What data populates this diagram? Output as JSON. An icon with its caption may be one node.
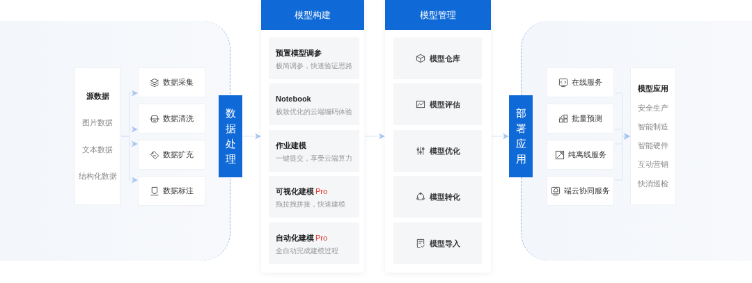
{
  "diagram": {
    "nodes": [
      {
        "text": [
          "源数据",
          "图片数据",
          "文本数据",
          "结构化数据"
        ]
      },
      {
        "text": [
          "数据采集"
        ]
      },
      {
        "text": [
          "数据清洗"
        ]
      },
      {
        "text": [
          "数据扩充"
        ]
      },
      {
        "text": [
          "数据标注"
        ]
      },
      {
        "text": [
          "数据处理"
        ]
      },
      {
        "text": [
          "模型构建"
        ]
      },
      {
        "text": [
          "预置模型调参",
          "极简调参，快速验证思路"
        ],
        "in": 6
      },
      {
        "text": [
          "Notebook",
          "极致优化的云端编码体验"
        ],
        "in": 6
      },
      {
        "text": [
          "作业建模",
          "一键提交，享受云端算力"
        ],
        "in": 6
      },
      {
        "text": [
          "可视化建模",
          "Pro",
          "拖拉拽拼接，快速建模"
        ],
        "in": 6
      },
      {
        "text": [
          "自动化建模",
          "Pro",
          "全自动完成建模过程"
        ],
        "in": 6
      },
      {
        "text": [
          "模型管理"
        ]
      },
      {
        "text": [
          "模型仓库"
        ],
        "in": 12
      },
      {
        "text": [
          "模型评估"
        ],
        "in": 12
      },
      {
        "text": [
          "模型优化"
        ],
        "in": 12
      },
      {
        "text": [
          "模型转化"
        ],
        "in": 12
      },
      {
        "text": [
          "模型导入"
        ],
        "in": 12
      },
      {
        "text": [
          "部署应用"
        ]
      },
      {
        "text": [
          "在线服务"
        ]
      },
      {
        "text": [
          "批量预测"
        ]
      },
      {
        "text": [
          "纯离线服务"
        ]
      },
      {
        "text": [
          "端云协同服务"
        ]
      },
      {
        "text": [
          "模型应用",
          "安全生产",
          "智能制造",
          "智能硬件",
          "互动营销",
          "快消巡检"
        ]
      }
    ],
    "edges": [
      {
        "from": 0,
        "to": 1,
        "arrow": "to"
      },
      {
        "from": 0,
        "to": 2,
        "arrow": "to"
      },
      {
        "from": 0,
        "to": 3,
        "arrow": "to"
      },
      {
        "from": 0,
        "to": 4,
        "arrow": "to"
      },
      {
        "from": 5,
        "to": 6,
        "arrow": "to"
      },
      {
        "from": 6,
        "to": 12,
        "arrow": "to"
      },
      {
        "from": 12,
        "to": 18,
        "arrow": "to"
      },
      {
        "from": 19,
        "to": 23,
        "arrow": "to"
      },
      {
        "from": 20,
        "to": 23,
        "arrow": "to"
      },
      {
        "from": 21,
        "to": 23,
        "arrow": "to"
      },
      {
        "from": 22,
        "to": 23,
        "arrow": "to"
      }
    ]
  }
}
